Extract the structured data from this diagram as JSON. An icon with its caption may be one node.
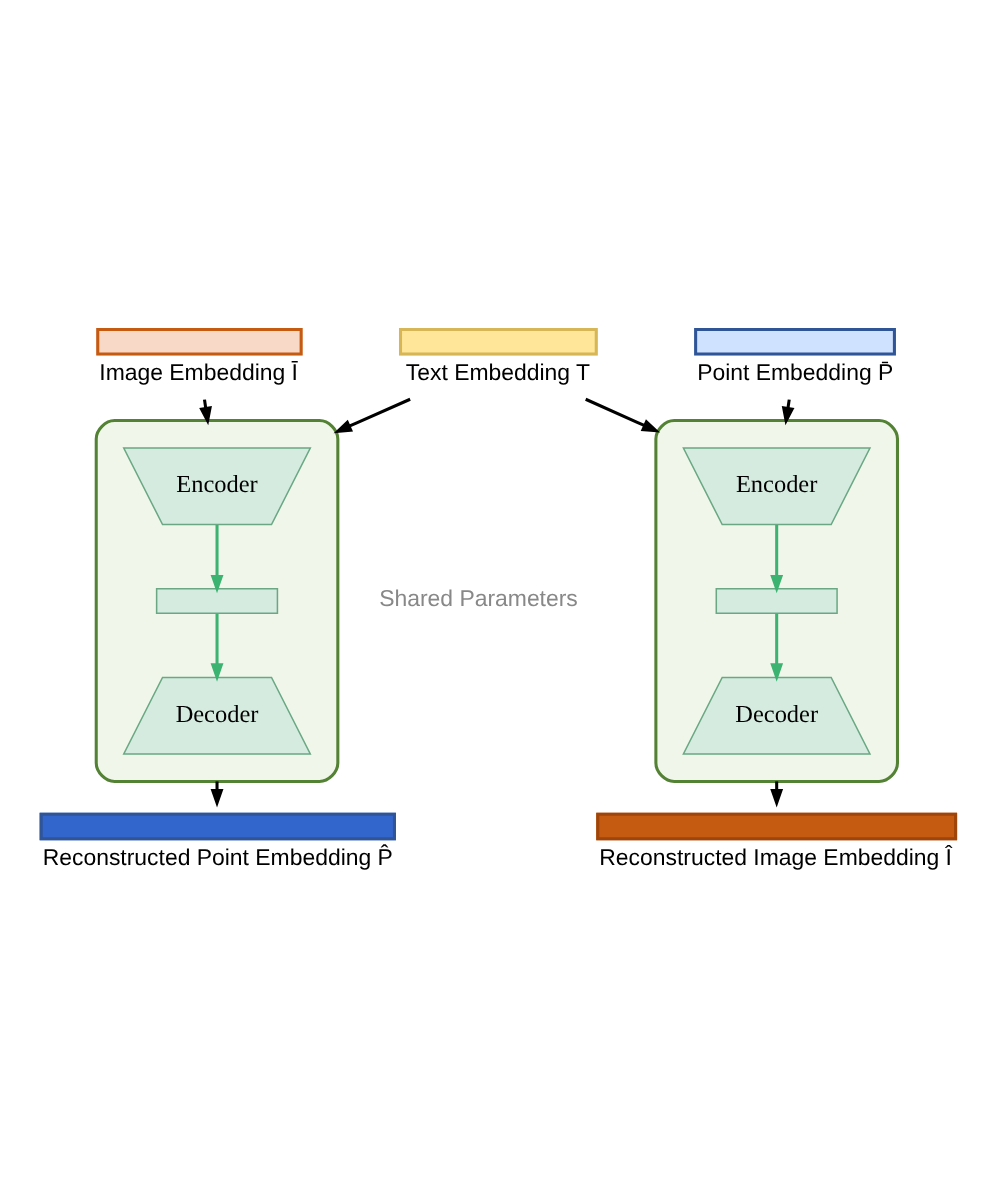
{
  "diagram": {
    "nodes": [
      {
        "text": [
          "Image Embedding Ī"
        ]
      },
      {
        "text": [
          "Point Embedding P̄"
        ]
      },
      {
        "text": [
          "Text Embedding T"
        ]
      },
      {
        "text": [],
        "shape": "box"
      },
      {
        "text": [
          "Encoder"
        ],
        "in": 3
      },
      {
        "text": [],
        "shape": "box",
        "in": 3
      },
      {
        "text": [
          "Decoder"
        ],
        "in": 3
      },
      {
        "text": [],
        "shape": "box"
      },
      {
        "text": [
          "Encoder"
        ],
        "in": 7
      },
      {
        "text": [],
        "shape": "box",
        "in": 7
      },
      {
        "text": [
          "Decoder"
        ],
        "in": 7
      },
      {
        "text": [
          "Reconstructed Point Embedding P̂"
        ]
      },
      {
        "text": [
          "Reconstructed Image Embedding Î"
        ]
      }
    ],
    "edges": [
      {
        "from": 0,
        "to": 3,
        "arrow": "to"
      },
      {
        "from": 2,
        "to": 3,
        "arrow": "to"
      },
      {
        "from": 1,
        "to": 7,
        "arrow": "to"
      },
      {
        "from": 2,
        "to": 7,
        "arrow": "to"
      },
      {
        "from": 4,
        "to": 5,
        "arrow": "to",
        "color": "#3cb371"
      },
      {
        "from": 5,
        "to": 6,
        "arrow": "to",
        "color": "#3cb371"
      },
      {
        "from": 8,
        "to": 9,
        "arrow": "to",
        "color": "#3cb371"
      },
      {
        "from": 9,
        "to": 10,
        "arrow": "to",
        "color": "#3cb371"
      },
      {
        "from": 3,
        "to": 11,
        "arrow": "to"
      },
      {
        "from": 7,
        "to": 12,
        "arrow": "to"
      }
    ],
    "labels": [
      "Shared Parameters"
    ]
  }
}
